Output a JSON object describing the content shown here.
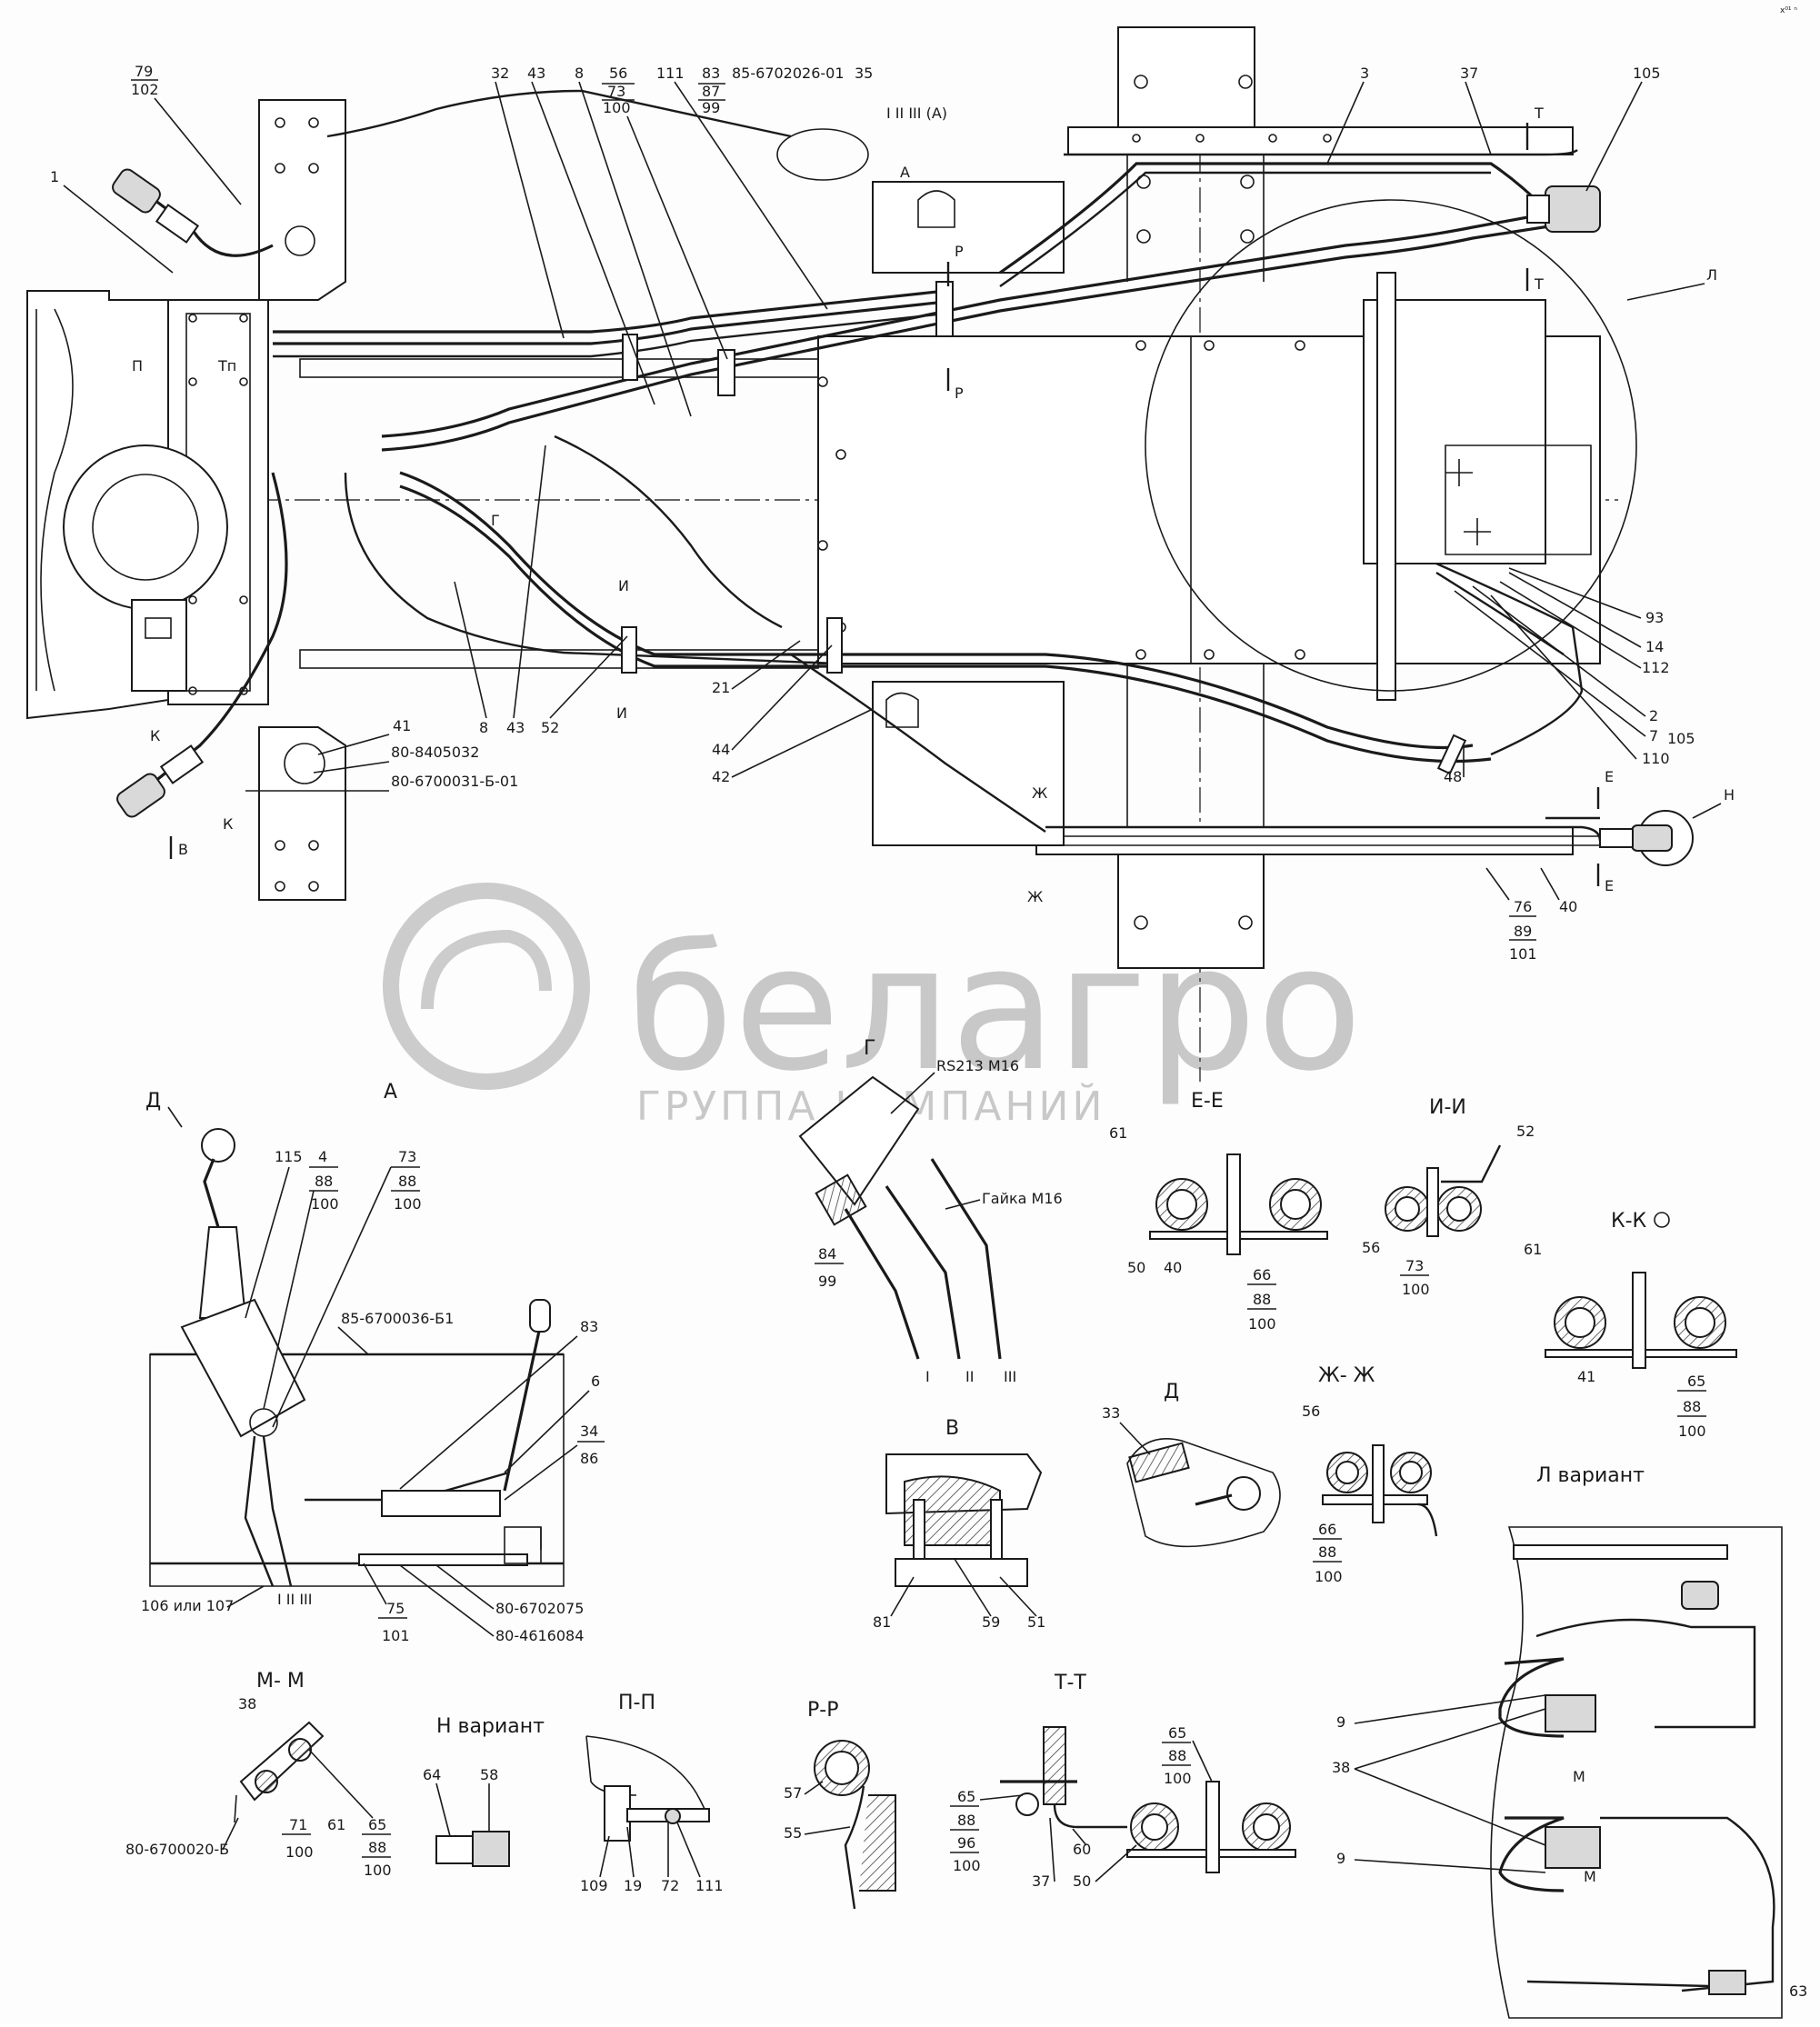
{
  "watermark": {
    "brand": "белагро",
    "subtitle": "ГРУППА КОМПАНИЙ"
  },
  "corner_code": "x⁰¹ ⁿ",
  "main_view": {
    "leader_labels": {
      "l79": "79",
      "l102": "102",
      "l1": "1",
      "l32": "32",
      "l43a": "43",
      "l8a": "8",
      "l56": "56",
      "l73": "73",
      "l100": "100",
      "l111": "111",
      "l83": "83",
      "l87": "87",
      "l99": "99",
      "l85code": "85-6702026-01",
      "l35": "35",
      "roman": "I  II  III (A)",
      "l3": "3",
      "l37": "37",
      "l105a": "105",
      "lL": "Л",
      "l93": "93",
      "l14": "14",
      "l112": "112",
      "l2": "2",
      "l7": "7",
      "l110": "110",
      "l48": "48",
      "l105b": "105",
      "lH": "Н",
      "l76": "76",
      "l89": "89",
      "l101": "101",
      "l40": "40",
      "l41": "41",
      "code8405032": "80-8405032",
      "code6700031": "80-6700031-Б-01",
      "l8b": "8",
      "l43b": "43",
      "l52": "52",
      "l21": "21",
      "l44": "44",
      "l42": "42"
    },
    "section_marks": {
      "T1": "Т",
      "T2": "Т",
      "P1": "Р",
      "P2": "Р",
      "A": "А",
      "Pi": "П",
      "Tp": "Тп",
      "G": "Г",
      "I1": "И",
      "I2": "И",
      "K1": "К",
      "K2": "К",
      "V": "В",
      "Zh1": "Ж",
      "Zh2": "Ж",
      "E1": "Е",
      "E2": "Е"
    }
  },
  "view_A": {
    "title": "А",
    "D": "Д",
    "labels": {
      "l115": "115",
      "l4": "4",
      "l88a": "88",
      "l100a": "100",
      "l73": "73",
      "l88b": "88",
      "l100b": "100",
      "code6700036": "85-6700036-Б1",
      "l83": "83",
      "l6": "6",
      "l34": "34",
      "l86": "86",
      "roman": "I  II  III",
      "l106": "106 или 107",
      "l75": "75",
      "l101": "101",
      "code6702075": "80-6702075",
      "code4616084": "80-4616084"
    }
  },
  "view_G": {
    "title": "Г",
    "labels": {
      "rs": "RS213 M16",
      "nut": "Гайка M16",
      "l84": "84",
      "l99": "99",
      "r1": "I",
      "r2": "II",
      "r3": "III"
    }
  },
  "sec_EE": {
    "title": "Е-Е",
    "labels": {
      "l61": "61",
      "l50": "50",
      "l40": "40",
      "l66": "66",
      "l88": "88",
      "l100": "100"
    }
  },
  "sec_II": {
    "title": "И-И",
    "labels": {
      "l52": "52",
      "l56": "56",
      "l73": "73",
      "l100": "100"
    }
  },
  "sec_KK": {
    "title": "К-К",
    "labels": {
      "l61": "61",
      "l41": "41",
      "l65": "65",
      "l88": "88",
      "l100": "100"
    }
  },
  "view_V": {
    "title": "В",
    "labels": {
      "l81": "81",
      "l59": "59",
      "l51": "51"
    }
  },
  "view_D": {
    "title": "Д",
    "labels": {
      "l33": "33"
    }
  },
  "sec_ZhZh": {
    "title": "Ж- Ж",
    "labels": {
      "l56": "56",
      "l66": "66",
      "l88": "88",
      "l100": "100"
    }
  },
  "var_L": {
    "title": "Л вариант",
    "labels": {
      "l9a": "9",
      "l38": "38",
      "l9b": "9",
      "M1": "М",
      "M2": "М",
      "l63": "63"
    }
  },
  "sec_MM": {
    "title": "М- М",
    "labels": {
      "l38": "38",
      "code": "80-6700020-Б",
      "l71": "71",
      "l61": "61",
      "l100a": "100",
      "l65": "65",
      "l88": "88",
      "l100b": "100"
    }
  },
  "var_H": {
    "title": "Н вариант",
    "labels": {
      "l64": "64",
      "l58": "58"
    }
  },
  "sec_PP": {
    "title": "П-П",
    "labels": {
      "l109": "109",
      "l19": "19",
      "l72": "72",
      "l111": "111"
    }
  },
  "sec_RR": {
    "title": "Р-Р",
    "labels": {
      "l57": "57",
      "l55": "55"
    }
  },
  "sec_TT": {
    "title": "Т-Т",
    "labels": {
      "l65a": "65",
      "l88a": "88",
      "l100a": "100",
      "l65b": "65",
      "l88b": "88",
      "l96": "96",
      "l100b": "100",
      "l60": "60",
      "l37": "37",
      "l50": "50"
    }
  }
}
